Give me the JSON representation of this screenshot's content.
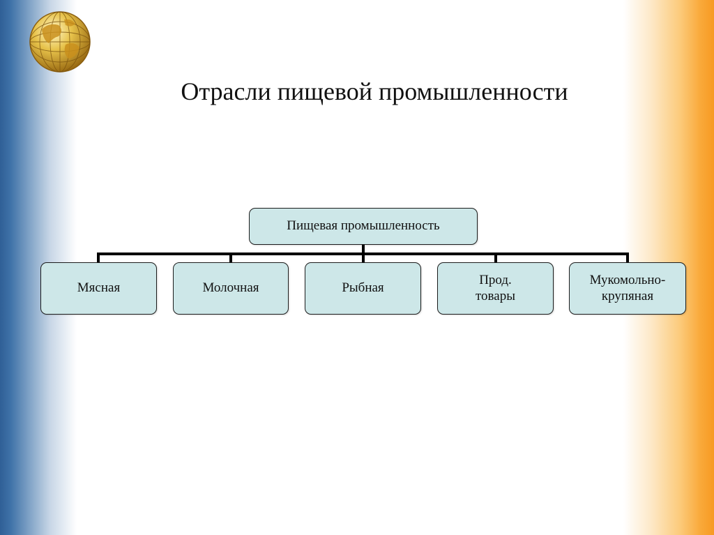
{
  "slide": {
    "title": "Отрасли пищевой промышленности",
    "globe_icon": "globe-icon"
  },
  "diagram": {
    "root": {
      "label": "Пищевая промышленность"
    },
    "children": [
      {
        "lines": [
          "Мясная"
        ]
      },
      {
        "lines": [
          "Молочная"
        ]
      },
      {
        "lines": [
          "Рыбная"
        ]
      },
      {
        "lines": [
          "Прод.",
          "товары"
        ]
      },
      {
        "lines": [
          "Мукомольно-",
          "крупяная"
        ]
      }
    ]
  },
  "colors": {
    "node_fill": "#cde7e8",
    "node_border": "#1c1c1c",
    "left_band": "#2f5f96",
    "right_band": "#f79a22"
  }
}
